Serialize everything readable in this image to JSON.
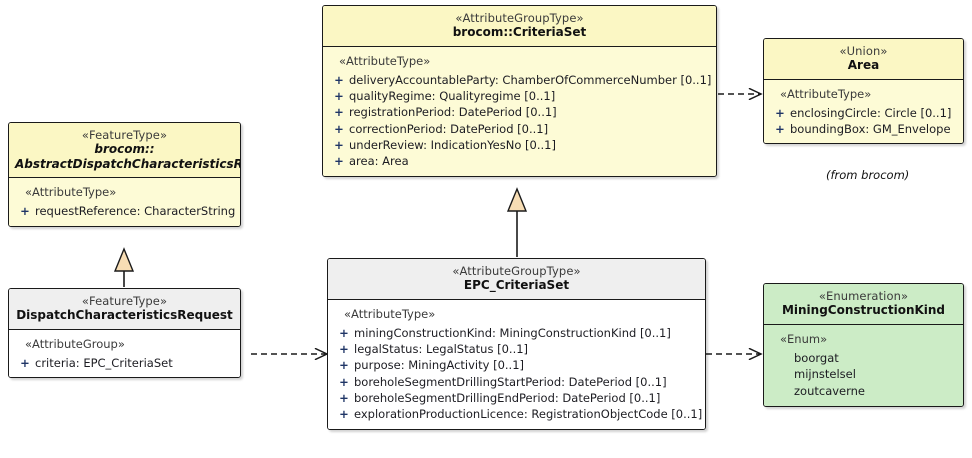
{
  "diagram": {
    "type": "uml-class-diagram",
    "background": "#ffffff",
    "colors": {
      "yellow_fill": "#fdfbd6",
      "yellow_header": "#fbf7c4",
      "white_fill": "#ffffff",
      "grey_header": "#efefef",
      "green_fill": "#ccecc6",
      "border": "#1a1a1a",
      "visibility_plus": "#1f3566",
      "generalization_arrow_fill": "#f7ddb4"
    }
  },
  "classes": {
    "criteria_set": {
      "stereotype": "«AttributeGroupType»",
      "name": "brocom::CriteriaSet",
      "group_label": "«AttributeType»",
      "attributes": [
        {
          "visibility": "+",
          "text": "deliveryAccountableParty: ChamberOfCommerceNumber [0..1]"
        },
        {
          "visibility": "+",
          "text": "qualityRegime: Qualityregime [0..1]"
        },
        {
          "visibility": "+",
          "text": "registrationPeriod: DatePeriod [0..1]"
        },
        {
          "visibility": "+",
          "text": "correctionPeriod: DatePeriod [0..1]"
        },
        {
          "visibility": "+",
          "text": "underReview: IndicationYesNo [0..1]"
        },
        {
          "visibility": "+",
          "text": "area: Area"
        }
      ]
    },
    "area": {
      "stereotype": "«Union»",
      "name": "Area",
      "group_label": "«AttributeType»",
      "attributes": [
        {
          "visibility": "+",
          "text": "enclosingCircle: Circle [0..1]"
        },
        {
          "visibility": "+",
          "text": "boundingBox: GM_Envelope"
        }
      ],
      "package_note": "(from brocom)"
    },
    "abstract_dispatch": {
      "stereotype": "«FeatureType»",
      "name_line1": "brocom::",
      "name_line2": "AbstractDispatchCharacteristicsRequest",
      "group_label": "«AttributeType»",
      "attributes": [
        {
          "visibility": "+",
          "text": "requestReference: CharacterString"
        }
      ]
    },
    "dispatch_request": {
      "stereotype": "«FeatureType»",
      "name": "DispatchCharacteristicsRequest",
      "group_label": "«AttributeGroup»",
      "attributes": [
        {
          "visibility": "+",
          "text": "criteria: EPC_CriteriaSet"
        }
      ]
    },
    "epc_criteria_set": {
      "stereotype": "«AttributeGroupType»",
      "name": "EPC_CriteriaSet",
      "group_label": "«AttributeType»",
      "attributes": [
        {
          "visibility": "+",
          "text": "miningConstructionKind: MiningConstructionKind [0..1]"
        },
        {
          "visibility": "+",
          "text": "legalStatus: LegalStatus [0..1]"
        },
        {
          "visibility": "+",
          "text": "purpose: MiningActivity [0..1]"
        },
        {
          "visibility": "+",
          "text": "boreholeSegmentDrillingStartPeriod: DatePeriod [0..1]"
        },
        {
          "visibility": "+",
          "text": "boreholeSegmentDrillingEndPeriod: DatePeriod [0..1]"
        },
        {
          "visibility": "+",
          "text": "explorationProductionLicence: RegistrationObjectCode [0..1]"
        }
      ]
    },
    "mining_construction_kind": {
      "stereotype": "«Enumeration»",
      "name": "MiningConstructionKind",
      "group_label": "«Enum»",
      "literals": [
        {
          "text": "boorgat"
        },
        {
          "text": "mijnstelsel"
        },
        {
          "text": "zoutcaverne"
        }
      ]
    }
  },
  "connectors": [
    {
      "name": "dependency-criteriaset-to-area",
      "kind": "dependency",
      "from": "brocom::CriteriaSet",
      "to": "Area"
    },
    {
      "name": "generalization-epc-to-criteriaset",
      "kind": "generalization",
      "from": "EPC_CriteriaSet",
      "to": "brocom::CriteriaSet"
    },
    {
      "name": "generalization-dispatch-to-abstract",
      "kind": "generalization",
      "from": "DispatchCharacteristicsRequest",
      "to": "brocom::AbstractDispatchCharacteristicsRequest"
    },
    {
      "name": "dependency-dispatch-to-epc",
      "kind": "dependency",
      "from": "DispatchCharacteristicsRequest",
      "to": "EPC_CriteriaSet"
    },
    {
      "name": "dependency-epc-to-miningkind",
      "kind": "dependency",
      "from": "EPC_CriteriaSet",
      "to": "MiningConstructionKind"
    }
  ]
}
